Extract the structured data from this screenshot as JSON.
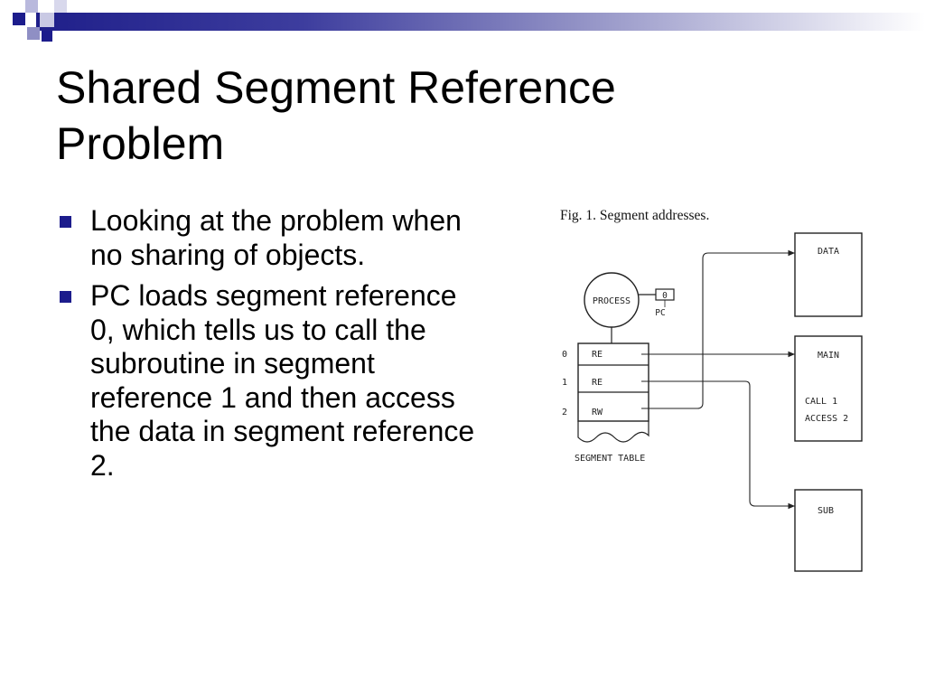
{
  "slide": {
    "title_line1": "Shared Segment Reference",
    "title_line2": "Problem",
    "bullets": [
      "Looking at the problem when no sharing of objects.",
      "PC loads segment reference 0, which tells us to call the subroutine in segment reference 1 and then access the data in segment reference 2."
    ]
  },
  "figure": {
    "caption": "Fig. 1.  Segment addresses.",
    "process_label": "PROCESS",
    "pc_value": "0",
    "pc_label": "PC",
    "segment_table_label": "SEGMENT TABLE",
    "rows": [
      {
        "index": "0",
        "access": "RE"
      },
      {
        "index": "1",
        "access": "RE"
      },
      {
        "index": "2",
        "access": "RW"
      }
    ],
    "data_box_label": "DATA",
    "main_box_label": "MAIN",
    "main_call_label": "CALL   1",
    "main_access_label": "ACCESS 2",
    "sub_box_label": "SUB"
  },
  "colors": {
    "accent": "#1c1c8c",
    "accent_light": "#8f8fc4"
  }
}
